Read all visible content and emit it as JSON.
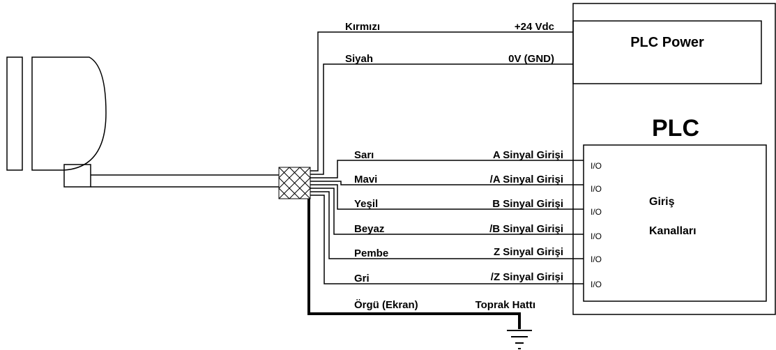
{
  "power": {
    "box_title": "PLC Power",
    "rows": [
      {
        "wire": "Kırmızı",
        "signal": "+24 Vdc"
      },
      {
        "wire": "Siyah",
        "signal": "0V (GND)"
      }
    ]
  },
  "plc": {
    "title": "PLC",
    "inputs_title_line1": "Giriş",
    "inputs_title_line2": "Kanalları"
  },
  "signals": [
    {
      "wire": "Sarı",
      "signal": "A Sinyal Girişi",
      "io": "I/O"
    },
    {
      "wire": "Mavi",
      "signal": "/A Sinyal Girişi",
      "io": "I/O"
    },
    {
      "wire": "Yeşil",
      "signal": "B Sinyal Girişi",
      "io": "I/O"
    },
    {
      "wire": "Beyaz",
      "signal": "/B Sinyal Girişi",
      "io": "I/O"
    },
    {
      "wire": "Pembe",
      "signal": "Z Sinyal Girişi",
      "io": "I/O"
    },
    {
      "wire": "Gri",
      "signal": "/Z Sinyal Girişi",
      "io": "I/O"
    }
  ],
  "ground": {
    "wire": "Örgü (Ekran)",
    "signal": "Toprak Hattı"
  }
}
